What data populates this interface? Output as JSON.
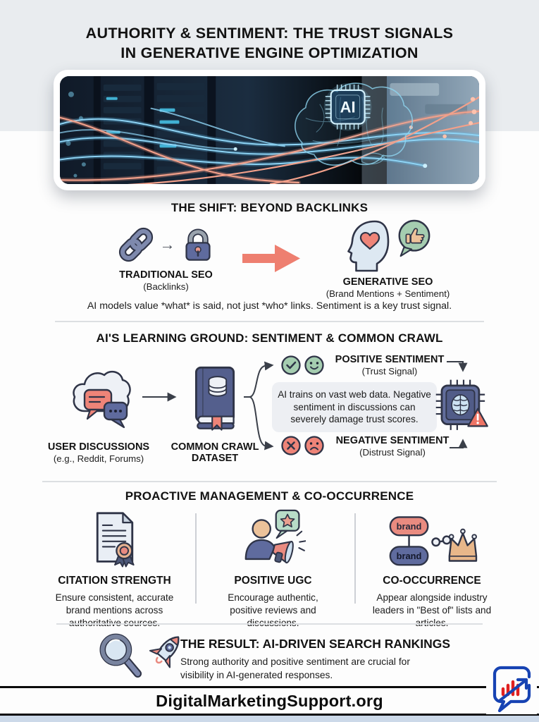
{
  "page": {
    "title_line1": "AUTHORITY & SENTIMENT: THE TRUST SIGNALS",
    "title_line2": "IN GENERATIVE ENGINE OPTIMIZATION"
  },
  "hero": {
    "chip_label": "AI"
  },
  "colors": {
    "accent_salmon": "#EE7F70",
    "slate_blue": "#5F6B9E",
    "positive_green": "#A5CDB0",
    "negative_red": "#EE8478",
    "top_band": "#E9ECEF",
    "footer_strip": "#CCD9E9"
  },
  "shift": {
    "heading": "THE SHIFT: BEYOND BACKLINKS",
    "left_title": "TRADITIONAL SEO",
    "left_subtitle": "(Backlinks)",
    "right_title": "GENERATIVE SEO",
    "right_subtitle": "(Brand Mentions + Sentiment)",
    "caption": "AI models value *what* is said, not just *who* links. Sentiment is a key trust signal."
  },
  "learning": {
    "heading": "AI'S LEARNING GROUND: SENTIMENT & COMMON CRAWL",
    "source_title": "USER DISCUSSIONS",
    "source_subtitle": "(e.g., Reddit, Forums)",
    "dataset_line1": "COMMON CRAWL",
    "dataset_line2": "DATASET",
    "positive_title": "POSITIVE SENTIMENT",
    "positive_subtitle": "(Trust Signal)",
    "negative_title": "NEGATIVE SENTIMENT",
    "negative_subtitle": "(Distrust Signal)",
    "note": "AI trains on vast web data. Negative sentiment in discussions can severely damage trust scores."
  },
  "proactive": {
    "heading": "PROACTIVE MANAGEMENT & CO-OCCURRENCE",
    "items": [
      {
        "title": "CITATION STRENGTH",
        "body": "Ensure consistent, accurate brand mentions across authoritative sources."
      },
      {
        "title": "POSITIVE UGC",
        "body": "Encourage authentic, positive reviews and discussions."
      },
      {
        "title": "CO-OCCURRENCE",
        "body": "Appear alongside industry leaders in \"Best of\" lists and articles.",
        "node_label": "brand"
      }
    ]
  },
  "result": {
    "heading": "THE RESULT: AI-DRIVEN SEARCH RANKINGS",
    "body": "Strong authority and positive sentiment are crucial for visibility in AI-generated responses."
  },
  "footer": {
    "site": "DigitalMarketingSupport.org"
  }
}
